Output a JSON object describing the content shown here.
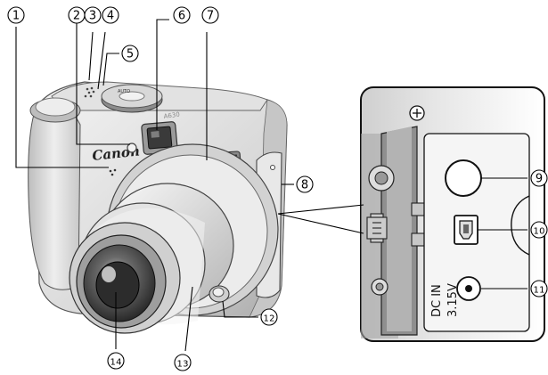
{
  "camera": {
    "brand_text": "Canon",
    "model_text": "A630"
  },
  "port_panel": {
    "dc_in_text": "DC IN",
    "voltage_text": "3.15V"
  },
  "callouts": {
    "c1": "1",
    "c2": "2",
    "c3": "3",
    "c4": "4",
    "c5": "5",
    "c6": "6",
    "c7": "7",
    "c8": "8",
    "c9": "9",
    "c10": "10",
    "c11": "11",
    "c12": "12",
    "c13": "13",
    "c14": "14"
  }
}
